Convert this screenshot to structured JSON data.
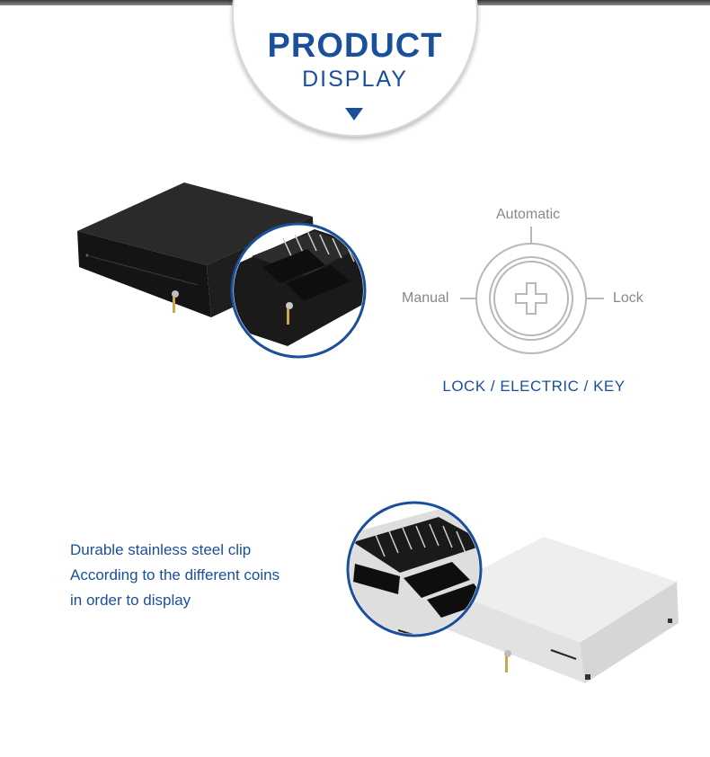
{
  "header": {
    "title": "PRODUCT",
    "subtitle": "DISPLAY"
  },
  "lock": {
    "top_label": "Automatic",
    "left_label": "Manual",
    "right_label": "Lock",
    "caption": "LOCK / ELECTRIC / KEY"
  },
  "features": {
    "lines": [
      "Durable stainless steel clip",
      "According to the different coins",
      "in order to display"
    ]
  },
  "colors": {
    "brand": "#1a4f9c",
    "label_gray": "#888888",
    "drawer_black": "#1c1c1c",
    "drawer_white": "#e9e9e9"
  }
}
